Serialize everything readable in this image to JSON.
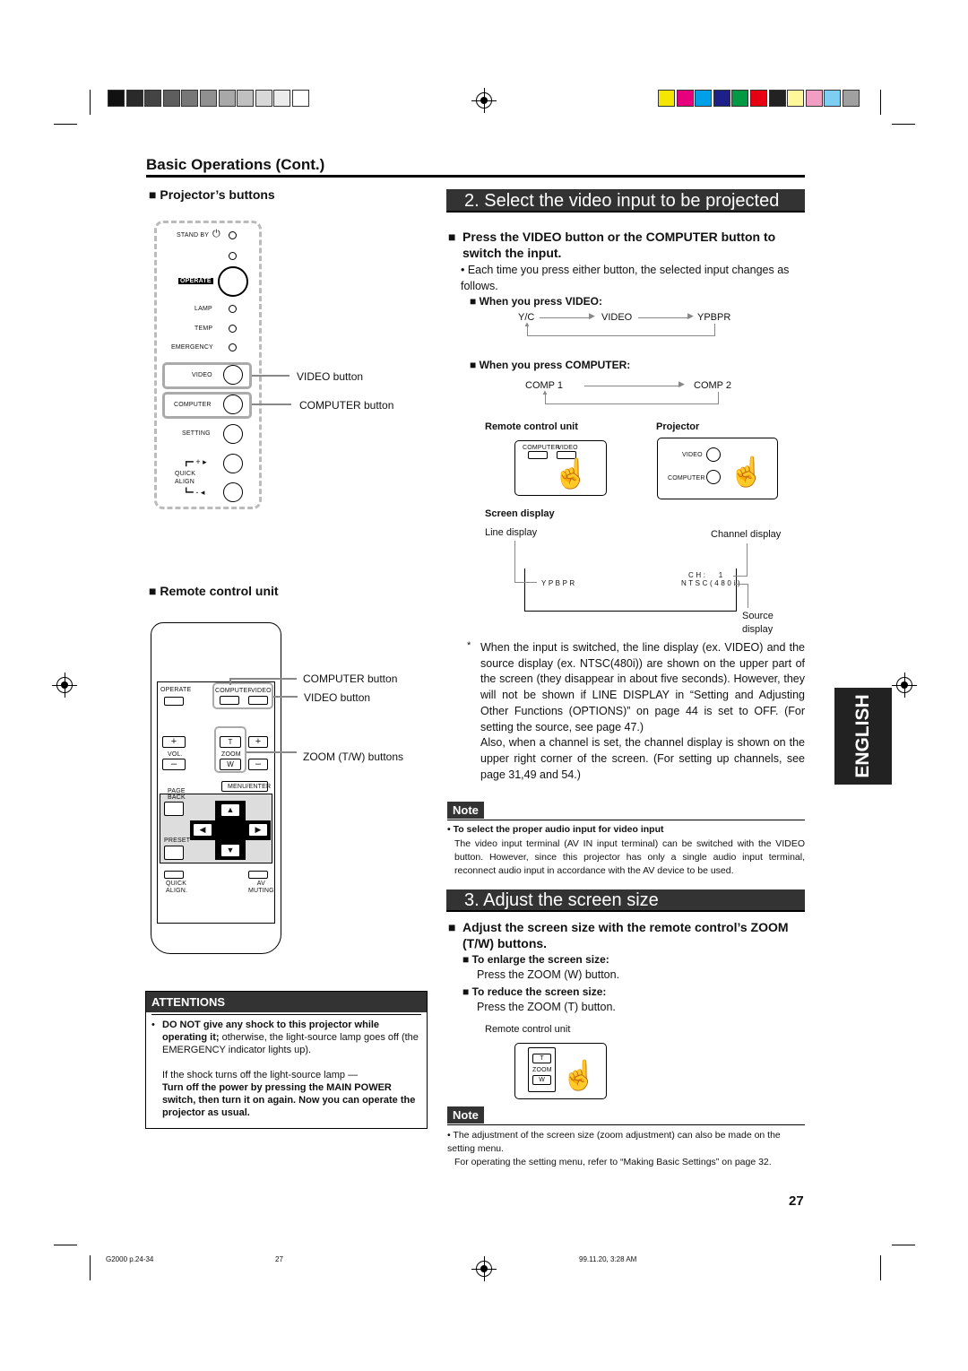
{
  "header": {
    "section_title": "Basic Operations (Cont.)"
  },
  "left": {
    "projector_buttons_title": "Projector’s buttons",
    "projector_panel": {
      "standby": "STAND BY",
      "operate": "OPERATE",
      "lamp": "LAMP",
      "temp": "TEMP",
      "emergency": "EMERGENCY",
      "video": "VIDEO",
      "computer": "COMPUTER",
      "setting": "SETTING",
      "quick": "QUICK",
      "align": "ALIGN"
    },
    "callouts": {
      "video_button": "VIDEO button",
      "computer_button": "COMPUTER button"
    },
    "remote_title": "Remote control unit",
    "remote_panel": {
      "operate": "OPERATE",
      "computer": "COMPUTER",
      "video": "VIDEO",
      "plus": "+",
      "minus": "–",
      "t": "T",
      "w": "W",
      "vol": "VOL.",
      "zoom": "ZOOM",
      "menu_enter": "MENU/ENTER",
      "page_back": "PAGE\nBACK",
      "preset": "PRESET",
      "quick_align": "QUICK\nALIGN.",
      "av_muting": "AV\nMUTING"
    },
    "remote_callouts": {
      "computer_button": "COMPUTER button",
      "video_button": "VIDEO button",
      "zoom_buttons": "ZOOM (T/W) buttons"
    },
    "attentions": {
      "title": "ATTENTIONS",
      "bullet_bold": "DO NOT give any shock to this projector while operating it;",
      "bullet_rest": " otherwise, the light-source lamp goes off (the EMERGENCY indicator lights up).",
      "para": "If the shock turns off the light-source lamp —",
      "para_bold": "Turn off the power by pressing the MAIN POWER switch, then turn it on again. Now you can operate the projector as usual."
    }
  },
  "right": {
    "section2_title": "2. Select the video input to be projected",
    "s2_head": "Press the VIDEO button or the COMPUTER button to switch the input.",
    "s2_bullet": "• Each time you press either button, the selected input changes as follows.",
    "when_video": "When you press VIDEO:",
    "yc": "Y/C",
    "video": "VIDEO",
    "ypbpr": "YPBPR",
    "when_computer": "When you press COMPUTER:",
    "comp1": "COMP 1",
    "comp2": "COMP 2",
    "remote_control_unit": "Remote control unit",
    "projector": "Projector",
    "mini_computer": "COMPUTER",
    "mini_video": "VIDEO",
    "screen_display": "Screen display",
    "line_display": "Line display",
    "channel_display": "Channel display",
    "scr_ypbpr": "Y P B P R",
    "scr_ch": "C H :      1",
    "scr_ntsc": "N T S C ( 4 8 0 i )",
    "source_display": "Source\ndisplay",
    "star": "*",
    "star_text": "When the input is switched, the line display (ex. VIDEO) and the source display (ex. NTSC(480i)) are shown on the upper part of the screen (they disappear in about five seconds). However, they will not be shown if LINE DISPLAY in “Setting and Adjusting Other Functions (OPTIONS)” on page 44 is set to OFF. (For setting the source, see page 47.)\nAlso, when a channel is set, the channel display is shown on the upper right corner of the screen. (For setting up channels, see page 31,49 and 54.)",
    "note_label": "Note",
    "note1_head": "• To select the proper audio input for video input",
    "note1_body": "The video input terminal (AV IN input terminal) can be switched with the VIDEO button. However, since this projector has only a single audio input terminal, reconnect audio input in accordance with the AV device to be used.",
    "section3_title": "3. Adjust the screen size",
    "s3_head": "Adjust the screen size with the remote control’s ZOOM (T/W) buttons.",
    "enlarge_head": "To enlarge the screen size:",
    "enlarge_body": "Press the ZOOM (W) button.",
    "reduce_head": "To reduce the screen size:",
    "reduce_body": "Press the ZOOM (T) button.",
    "remote_control_unit2": "Remote control unit",
    "zt": "T",
    "zoom": "ZOOM",
    "zw": "W",
    "note2_body1": "• The adjustment of the screen size (zoom adjustment) can also be made on the setting menu.",
    "note2_body2": "For operating the setting menu, refer to “Making Basic Settings” on page 32."
  },
  "english_tab": "ENGLISH",
  "page_number": "27",
  "footer": {
    "left": "G2000 p.24-34",
    "center": "27",
    "right": "99.11.20, 3:28 AM"
  },
  "colors": {
    "gray_bars": [
      "#111111",
      "#2a2a2a",
      "#444444",
      "#5e5e5e",
      "#777777",
      "#909090",
      "#a8a8a8",
      "#c0c0c0",
      "#d8d8d8",
      "#ececec",
      "#ffffff"
    ],
    "color_bars": [
      "#f4e600",
      "#e6007e",
      "#00a0e9",
      "#1d2088",
      "#009944",
      "#e60012",
      "#222222",
      "#fff799",
      "#f19ec2",
      "#7ecef4",
      "#a0a0a0"
    ]
  }
}
